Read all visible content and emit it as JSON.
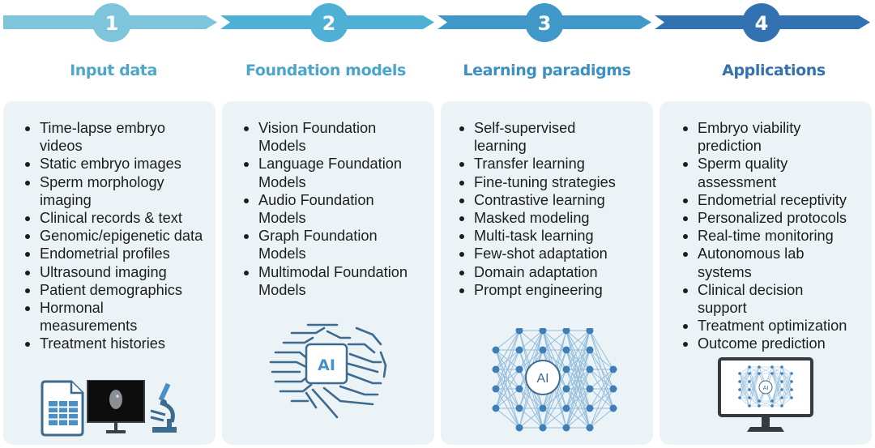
{
  "steps": [
    {
      "number": "1",
      "title": "Input data",
      "color": "#7ec4da",
      "title_color": "#4ea6c9",
      "items": [
        "Time-lapse embryo videos",
        "Static embryo images",
        "Sperm morphology imaging",
        "Clinical records & text",
        "Genomic/epigenetic data",
        "Endometrial profiles",
        "Ultrasound imaging",
        "Patient demographics",
        "Hormonal measurements",
        "Treatment histories"
      ],
      "icons": [
        "spreadsheet-document-icon",
        "embryo-monitor-icon",
        "microscope-icon"
      ]
    },
    {
      "number": "2",
      "title": "Foundation models",
      "color": "#4fb0d6",
      "title_color": "#4aa5cc",
      "items": [
        "Vision Foundation Models",
        "Language Foundation Models",
        "Audio Foundation Models",
        "Graph Foundation Models",
        "Multimodal Foundation Models"
      ],
      "icons": [
        "ai-brain-circuit-icon"
      ],
      "chip_label": "AI"
    },
    {
      "number": "3",
      "title": "Learning paradigms",
      "color": "#3f98c8",
      "title_color": "#3c8fc2",
      "items": [
        "Self-supervised learning",
        "Transfer learning",
        "Fine-tuning strategies",
        "Contrastive learning",
        "Masked modeling",
        "Multi-task learning",
        "Few-shot adaptation",
        "Domain adaptation",
        "Prompt engineering"
      ],
      "icons": [
        "neural-network-icon"
      ],
      "chip_label": "AI"
    },
    {
      "number": "4",
      "title": "Applications",
      "color": "#3372b0",
      "title_color": "#3572ad",
      "items": [
        "Embryo viability prediction",
        "Sperm quality assessment",
        "Endometrial receptivity",
        "Personalized protocols",
        "Real-time monitoring",
        "Autonomous lab systems",
        "Clinical decision support",
        "Treatment optimization",
        "Outcome prediction"
      ],
      "icons": [
        "monitor-neural-network-icon"
      ],
      "chip_label": "AI"
    }
  ],
  "palette": {
    "card_bg": "#ecf3f6",
    "icon_dark": "#3d6a8f",
    "icon_blue": "#4a90c8",
    "node_blue": "#3f7fb8",
    "edge_blue": "#8ab7d8",
    "monitor_frame": "#353b40"
  }
}
